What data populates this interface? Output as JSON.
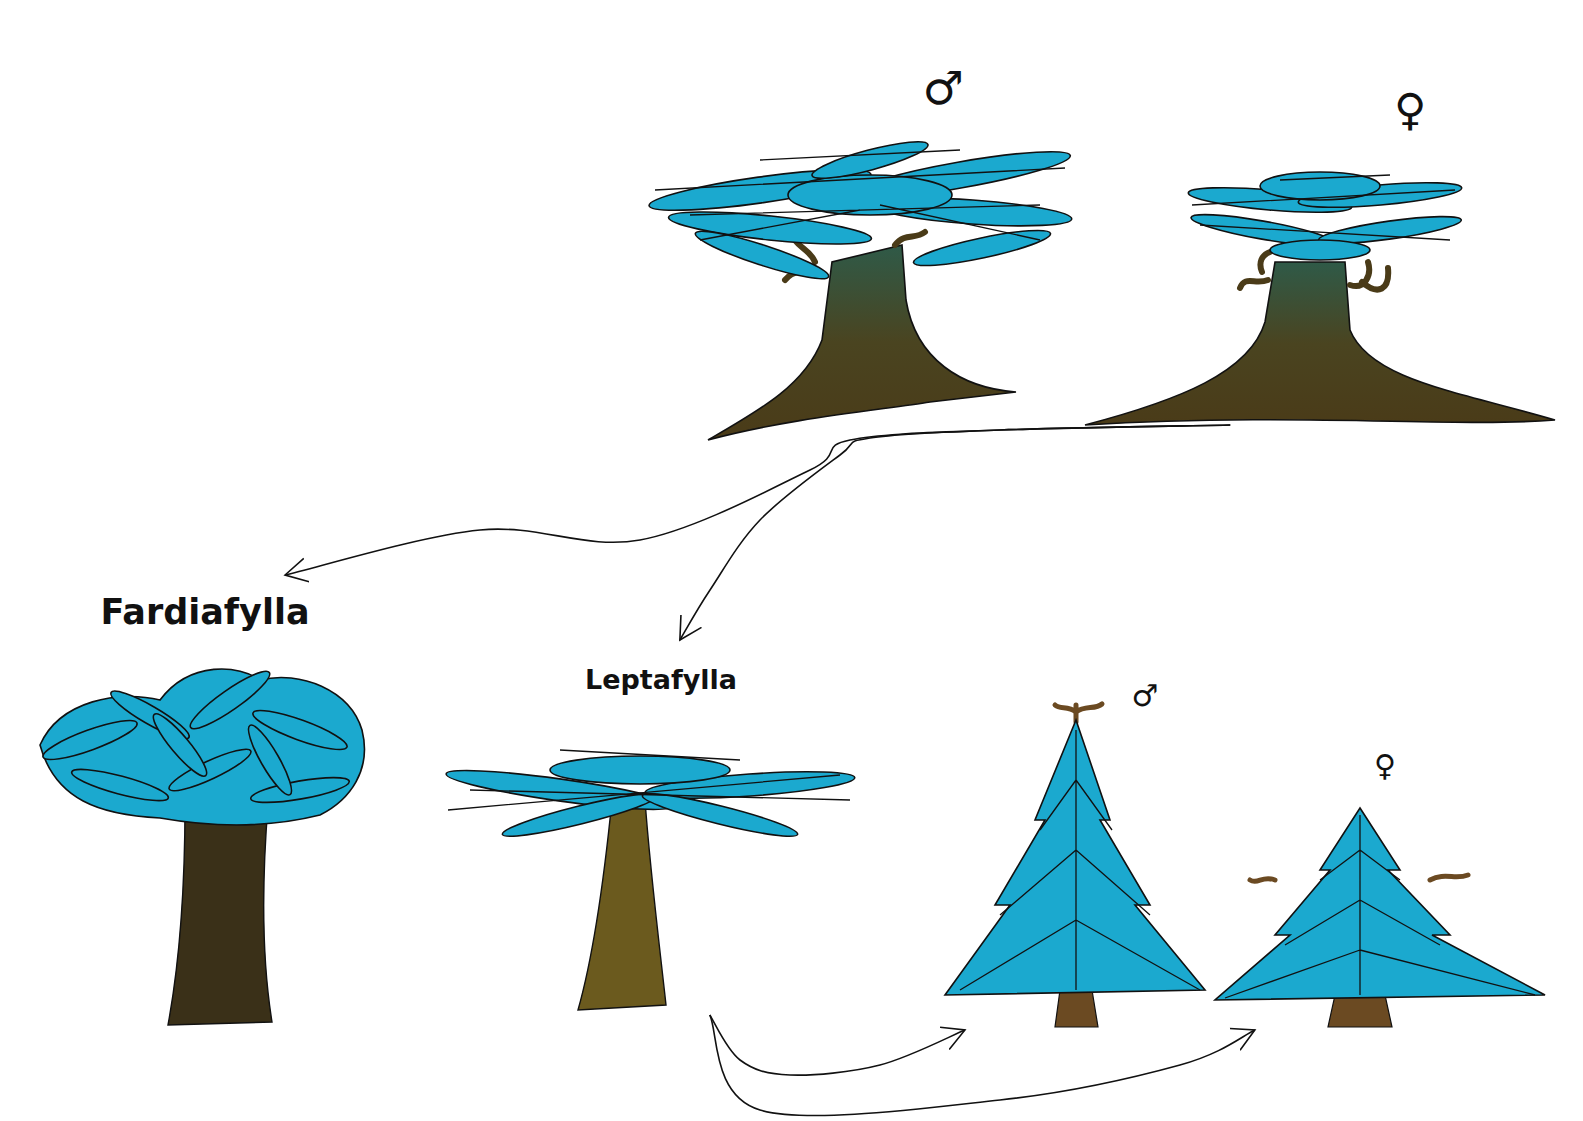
{
  "diagram": {
    "nodes": [
      {
        "text": [
          "♂"
        ]
      },
      {
        "text": [
          "♀"
        ]
      },
      {
        "text": [
          "Fardiafylla"
        ]
      },
      {
        "text": [
          "Leptafylla"
        ]
      },
      {
        "text": [
          "♂"
        ]
      },
      {
        "text": [
          "♀"
        ]
      }
    ],
    "edges": [
      {
        "from": 1,
        "to": 2,
        "arrow": "to"
      },
      {
        "from": 1,
        "to": 3,
        "arrow": "to"
      },
      {
        "from": 3,
        "to": 4,
        "arrow": "to"
      },
      {
        "from": 3,
        "to": 5,
        "arrow": "to"
      }
    ]
  }
}
